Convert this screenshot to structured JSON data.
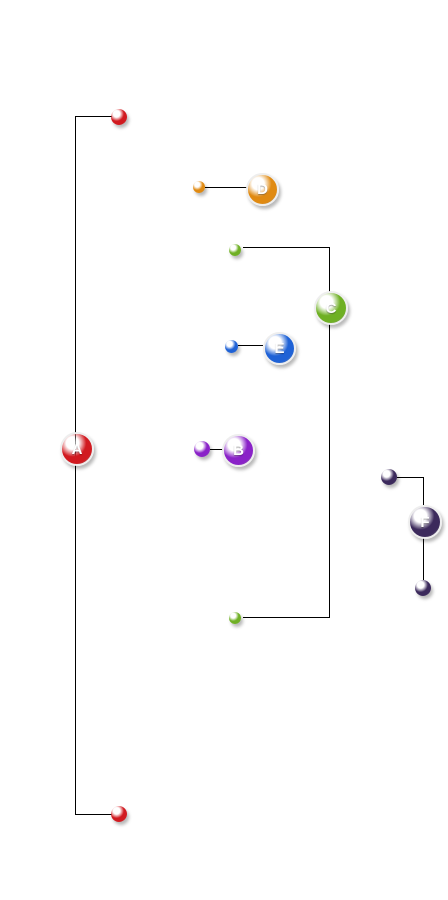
{
  "colors": {
    "red": "#d11a20",
    "orange": "#e08a12",
    "green": "#6fb024",
    "blue": "#1f62d6",
    "purple": "#8a22c8",
    "dark_purple": "#3c2a5c",
    "line": "#000000"
  },
  "nodes": {
    "A": {
      "label": "A",
      "color": "red"
    },
    "B": {
      "label": "B",
      "color": "purple"
    },
    "C": {
      "label": "C",
      "color": "green"
    },
    "D": {
      "label": "D",
      "color": "orange"
    },
    "E": {
      "label": "E",
      "color": "blue"
    },
    "F": {
      "label": "F",
      "color": "dark_purple"
    }
  }
}
